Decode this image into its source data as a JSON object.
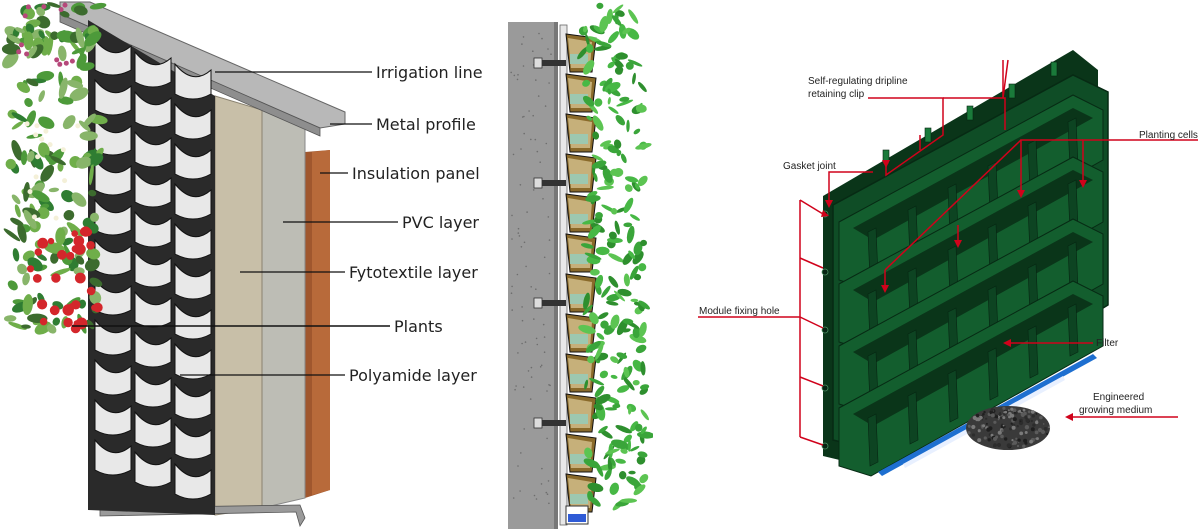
{
  "panel_a": {
    "labels": {
      "irrigation_line": "Irrigation line",
      "metal_profile": "Metal profile",
      "insulation_panel": "Insulation panel",
      "pvc_layer": "PVC layer",
      "fytotextile_layer": "Fytotextile layer",
      "plants": "Plants",
      "polyamide_layer": "Polyamide layer"
    }
  },
  "panel_c": {
    "labels": {
      "dripline_clip_line1": "Self-regulating dripline",
      "dripline_clip_line2": "retaining clip",
      "planting_cells": "Planting cells",
      "gasket_joint": "Gasket joint",
      "module_fixing_hole": "Module fixing hole",
      "filter": "Filter",
      "growing_medium_line1": "Engineered",
      "growing_medium_line2": "growing medium"
    }
  },
  "colors": {
    "leader_a": "#111111",
    "leader_c": "#d0021b",
    "module_green": "#0f4d26",
    "module_green_dark": "#0a3519",
    "plant_green": "#3aa53a",
    "concrete": "#9a9a9a",
    "felt": "#2a2a2a",
    "fytotextile": "#c8bfa8",
    "pvc": "#bdbdb5",
    "insulation": "#a0572e",
    "filter_blue": "#1e6fd0"
  }
}
